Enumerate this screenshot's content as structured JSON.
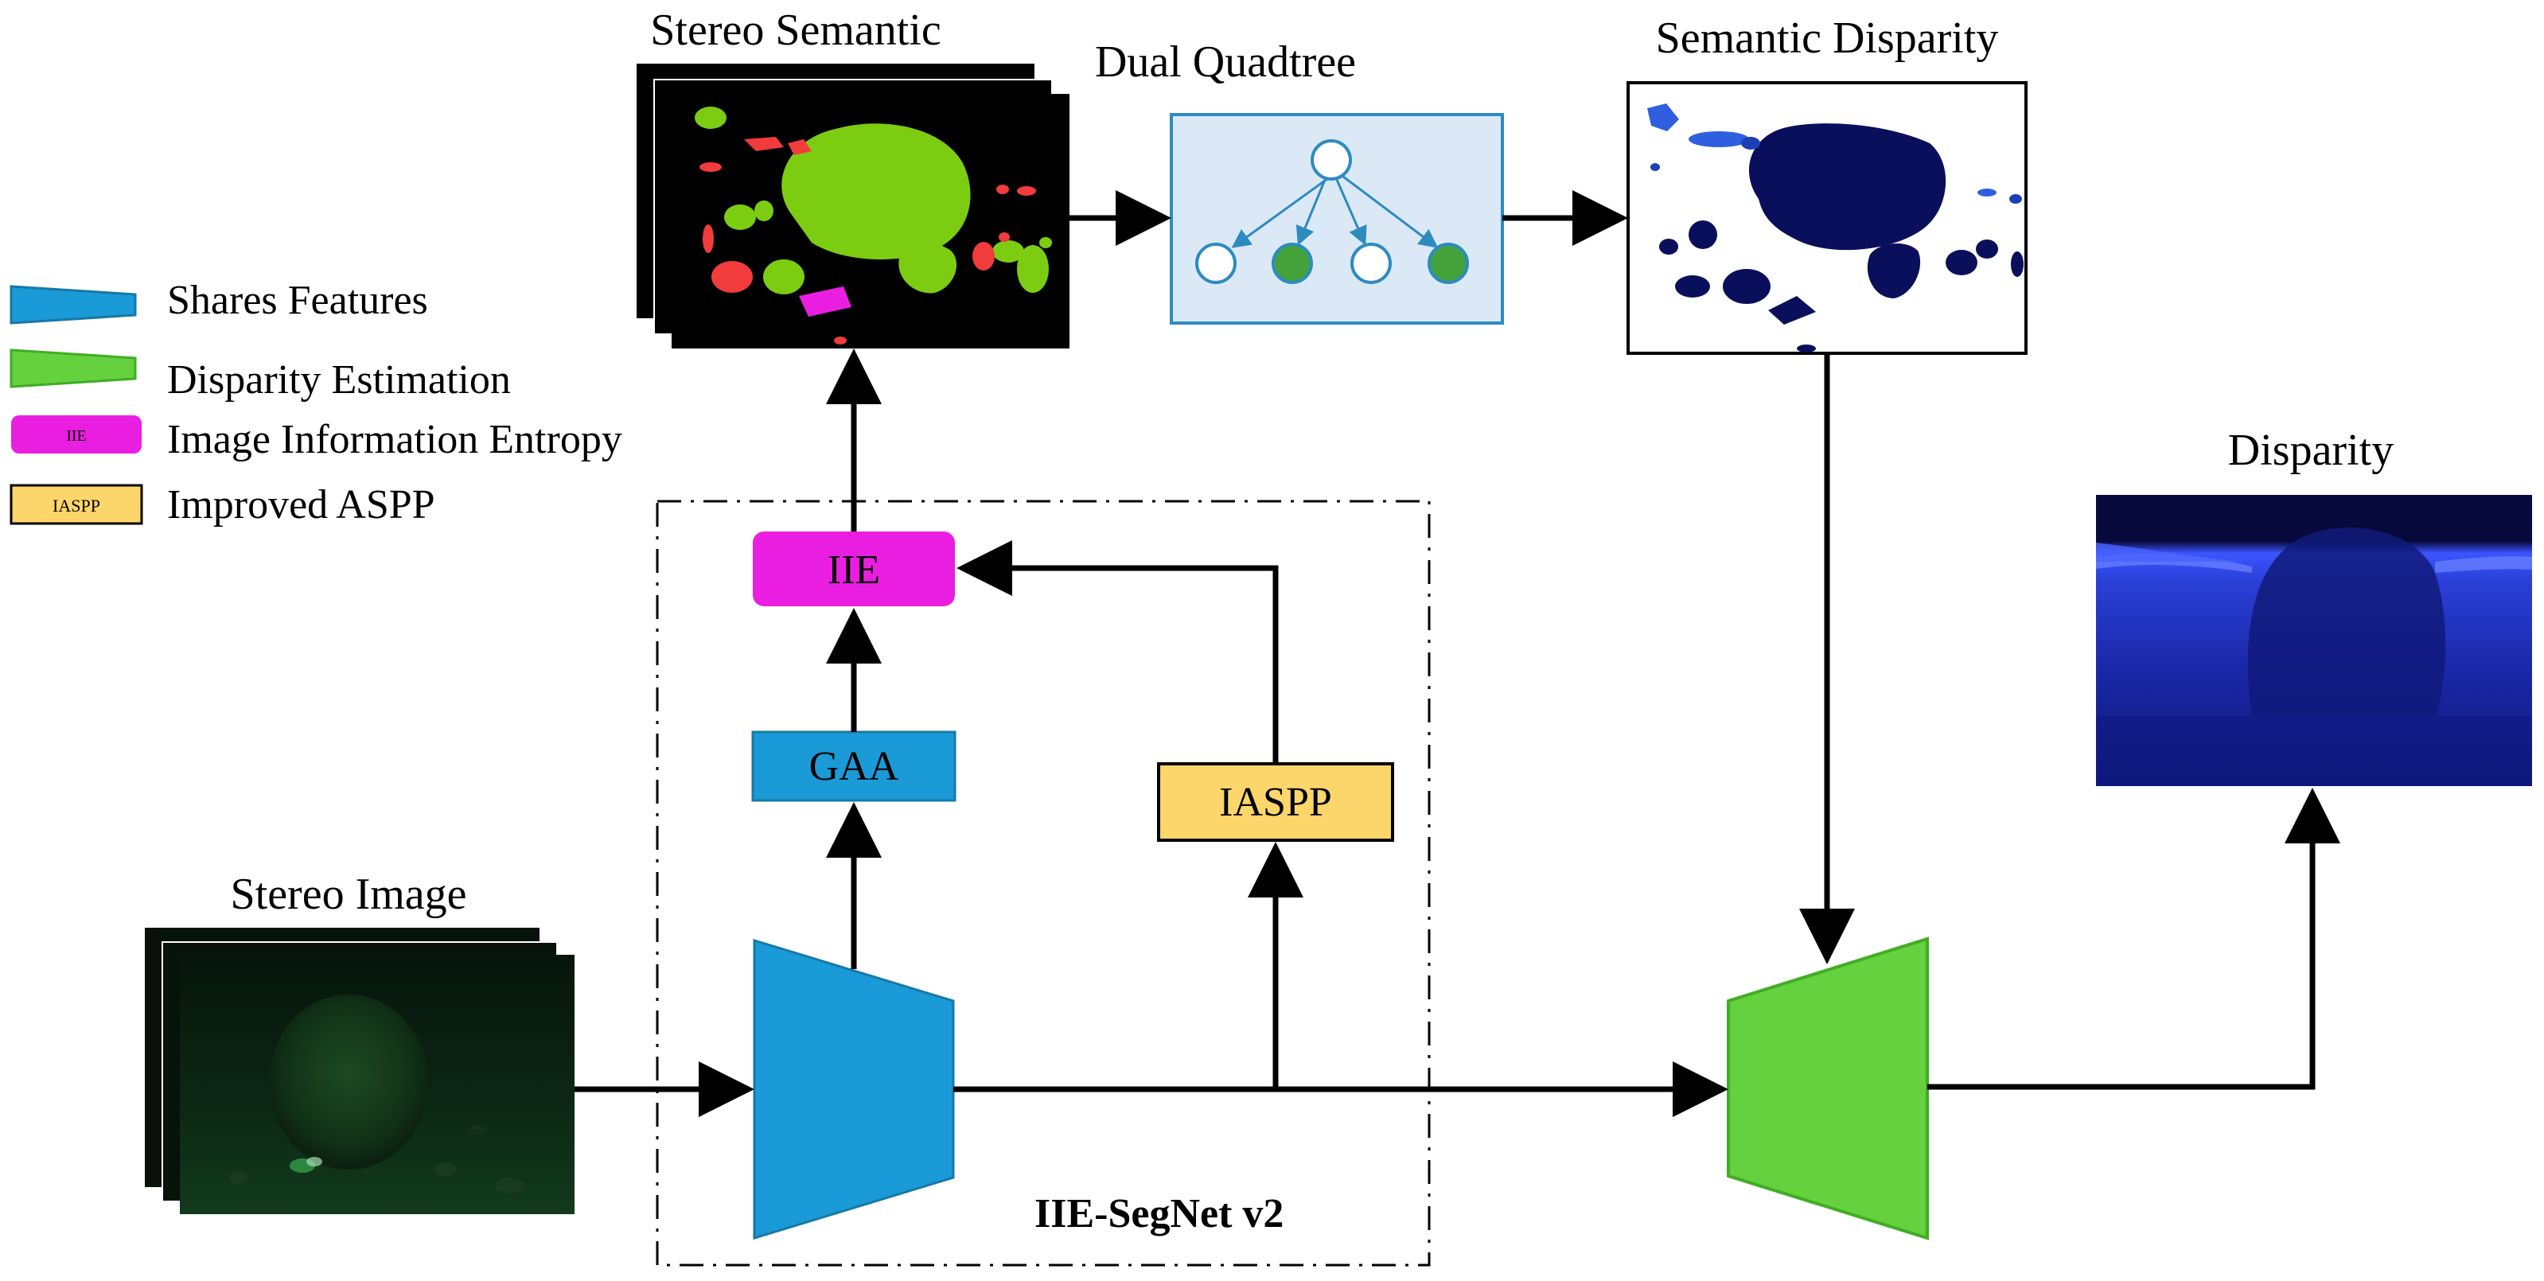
{
  "legend": {
    "shares_features": "Shares Features",
    "disparity_estimation": "Disparity Estimation",
    "iie_swatch": "IIE",
    "iie": "Image Information Entropy",
    "iaspp_swatch": "IASPP",
    "iaspp": "Improved ASPP"
  },
  "titles": {
    "stereo_semantic": "Stereo Semantic",
    "dual_quadtree": "Dual Quadtree",
    "semantic_disparity": "Semantic Disparity",
    "disparity": "Disparity",
    "stereo_image": "Stereo Image"
  },
  "blocks": {
    "iie": "IIE",
    "gaa": "GAA",
    "iaspp": "IASPP"
  },
  "network_label": "IIE-SegNet v2",
  "colors": {
    "shares_features": "#1a9ad6",
    "disparity_estimation": "#66d13f",
    "iie": "#ea1ee0",
    "iaspp": "#fdd66b",
    "quadtree_bg": "#dbe9f6",
    "quadtree_border": "#2e8bc0",
    "semantic_green": "#7ccd12",
    "semantic_red": "#f23b3b",
    "disparity_dark": "#0a0f5c"
  }
}
